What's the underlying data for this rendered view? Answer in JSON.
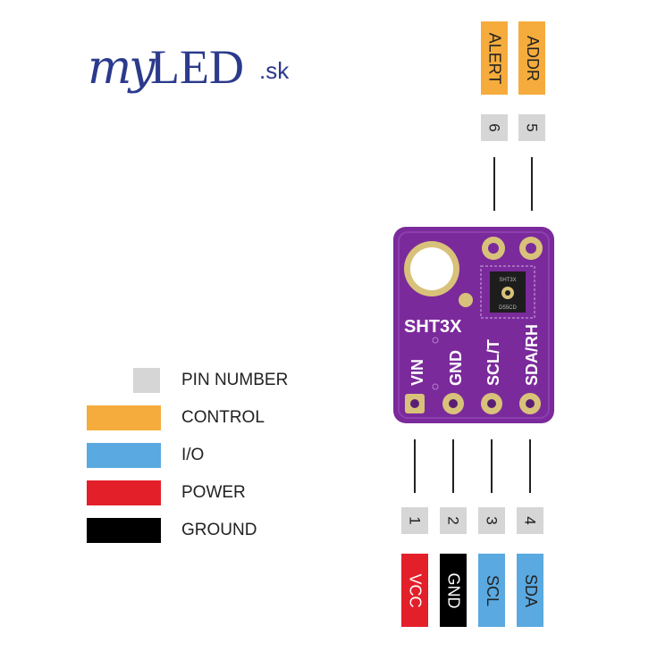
{
  "logo": {
    "my": "my",
    "led": "LED",
    "sk": ".sk"
  },
  "legend": [
    {
      "label": "PIN NUMBER",
      "color": "#d6d6d6"
    },
    {
      "label": "CONTROL",
      "color": "#f5ac3c"
    },
    {
      "label": "I/O",
      "color": "#5aa9e0"
    },
    {
      "label": "POWER",
      "color": "#e3202a"
    },
    {
      "label": "GROUND",
      "color": "#000000"
    }
  ],
  "board": {
    "chip_title": "SHT3X",
    "pin_labels": [
      "VIN",
      "GND",
      "SCL/T",
      "SDA/RH"
    ],
    "chip_marking": [
      "SHT3X",
      "D55CD"
    ],
    "color": "#7b2a9b"
  },
  "top_pins": [
    {
      "number": "6",
      "name": "ALERT",
      "color": "#f5ac3c"
    },
    {
      "number": "5",
      "name": "ADDR",
      "color": "#f5ac3c"
    }
  ],
  "bottom_pins": [
    {
      "number": "1",
      "name": "VCC",
      "color": "#e3202a",
      "text_color": "#ffffff"
    },
    {
      "number": "2",
      "name": "GND",
      "color": "#000000",
      "text_color": "#ffffff"
    },
    {
      "number": "3",
      "name": "SCL",
      "color": "#5aa9e0",
      "text_color": "#222222"
    },
    {
      "number": "4",
      "name": "SDA",
      "color": "#5aa9e0",
      "text_color": "#222222"
    }
  ]
}
